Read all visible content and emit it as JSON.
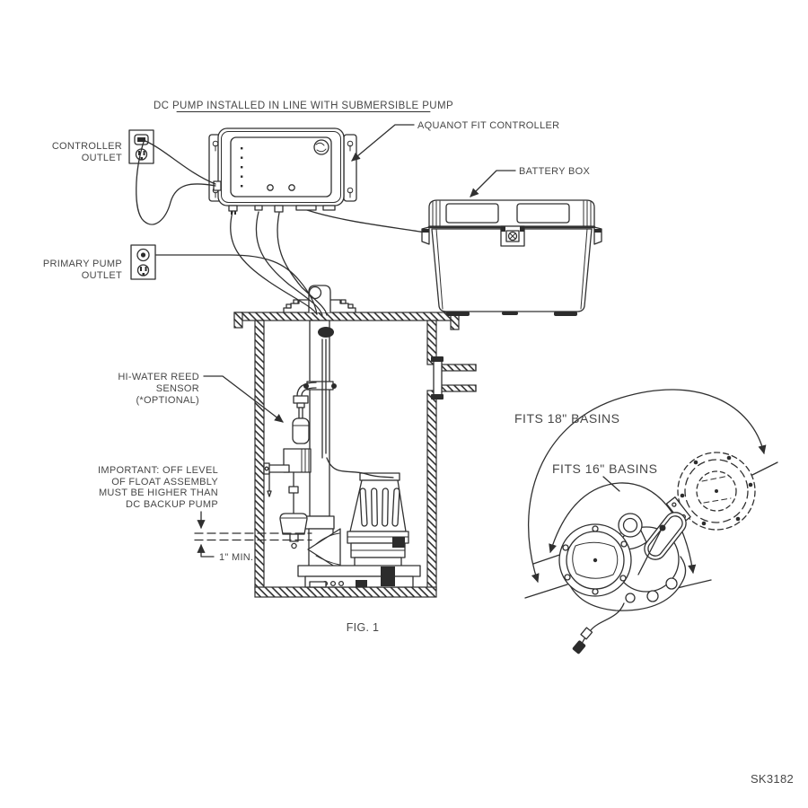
{
  "colors": {
    "line": "#303030",
    "text": "#474747",
    "background": "#ffffff"
  },
  "icons": {
    "controller_outlet_icon": "power-outlet-icon",
    "primary_pump_outlet_icon": "power-outlet-icon",
    "controller_logo_icon": "brand-logo-icon",
    "battery_latch_icon": "latch-screw-icon"
  },
  "annotations": {
    "title": "DC PUMP INSTALLED IN LINE WITH SUBMERSIBLE PUMP",
    "controller_outlet": [
      "CONTROLLER",
      "OUTLET"
    ],
    "aquanot_controller": "AQUANOT FIT CONTROLLER",
    "battery_box": "BATTERY BOX",
    "primary_pump_outlet": [
      "PRIMARY PUMP",
      "OUTLET"
    ],
    "hi_water_sensor": [
      "HI-WATER REED",
      "SENSOR",
      "(*OPTIONAL)"
    ],
    "important_note": [
      "IMPORTANT: OFF LEVEL",
      "OF FLOAT ASSEMBLY",
      "MUST BE HIGHER THAN",
      "DC BACKUP PUMP"
    ],
    "min_clearance": "1\" MIN.",
    "fits_18_basins": "FITS 18\" BASINS",
    "fits_16_basins": "FITS 16\" BASINS",
    "figure": "FIG. 1",
    "drawing_number": "SK3182"
  }
}
